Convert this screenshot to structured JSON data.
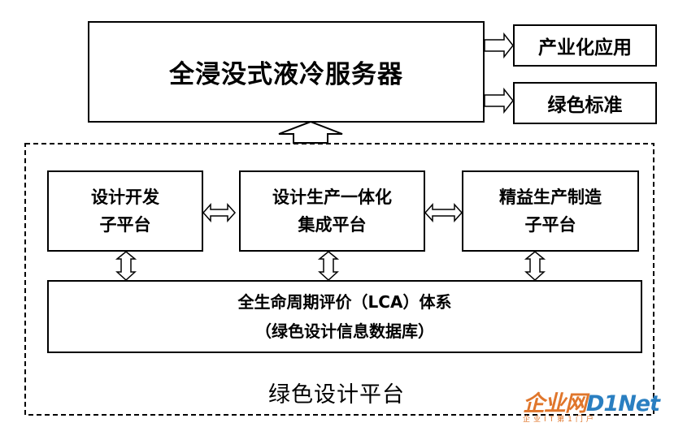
{
  "top": {
    "main_box": "全浸没式液冷服务器",
    "right_boxes": [
      "产业化应用",
      "绿色标准"
    ]
  },
  "platform": {
    "label": "绿色设计平台",
    "subplatforms": [
      {
        "line1": "设计开发",
        "line2": "子平台"
      },
      {
        "line1": "设计生产一体化",
        "line2": "集成平台"
      },
      {
        "line1": "精益生产制造",
        "line2": "子平台"
      }
    ],
    "lca": {
      "line1": "全生命周期评价（LCA）体系",
      "line2": "（绿色设计信息数据库）"
    }
  },
  "watermark": {
    "brand": "企业网",
    "logo": "D1Net",
    "tagline": "企业IT第1门户"
  }
}
